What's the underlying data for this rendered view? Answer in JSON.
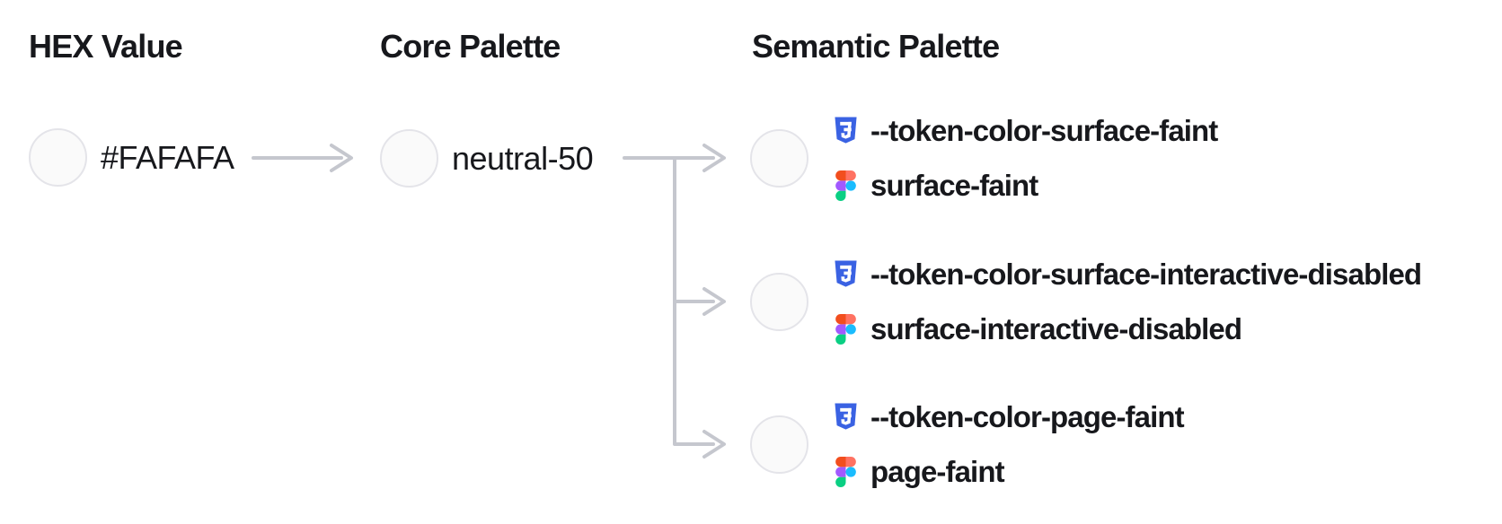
{
  "columns": [
    {
      "title": "HEX Value"
    },
    {
      "title": "Core Palette"
    },
    {
      "title": "Semantic Palette"
    }
  ],
  "hex_node": {
    "label": "#FAFAFA"
  },
  "core_node": {
    "label": "neutral-50"
  },
  "semantic_tokens": [
    {
      "css_variable": "--token-color-surface-faint",
      "figma_style": "surface-faint"
    },
    {
      "css_variable": "--token-color-surface-interactive-disabled",
      "figma_style": "surface-interactive-disabled"
    },
    {
      "css_variable": "--token-color-page-faint",
      "figma_style": "page-faint"
    }
  ],
  "icons": {
    "css": "css3-shield-icon",
    "figma": "figma-logo-icon"
  },
  "colors": {
    "background": "#FFFFFF",
    "text": "#17181C",
    "connector": "#C5C7CE",
    "swatch_fill": "#FAFAFA",
    "swatch_border": "#E4E4E9",
    "css_icon_blue": "#3A62E3",
    "figma_icon_palette": [
      "#F24E1E",
      "#FF7262",
      "#A259FF",
      "#1ABCFE",
      "#0ACF83"
    ]
  }
}
